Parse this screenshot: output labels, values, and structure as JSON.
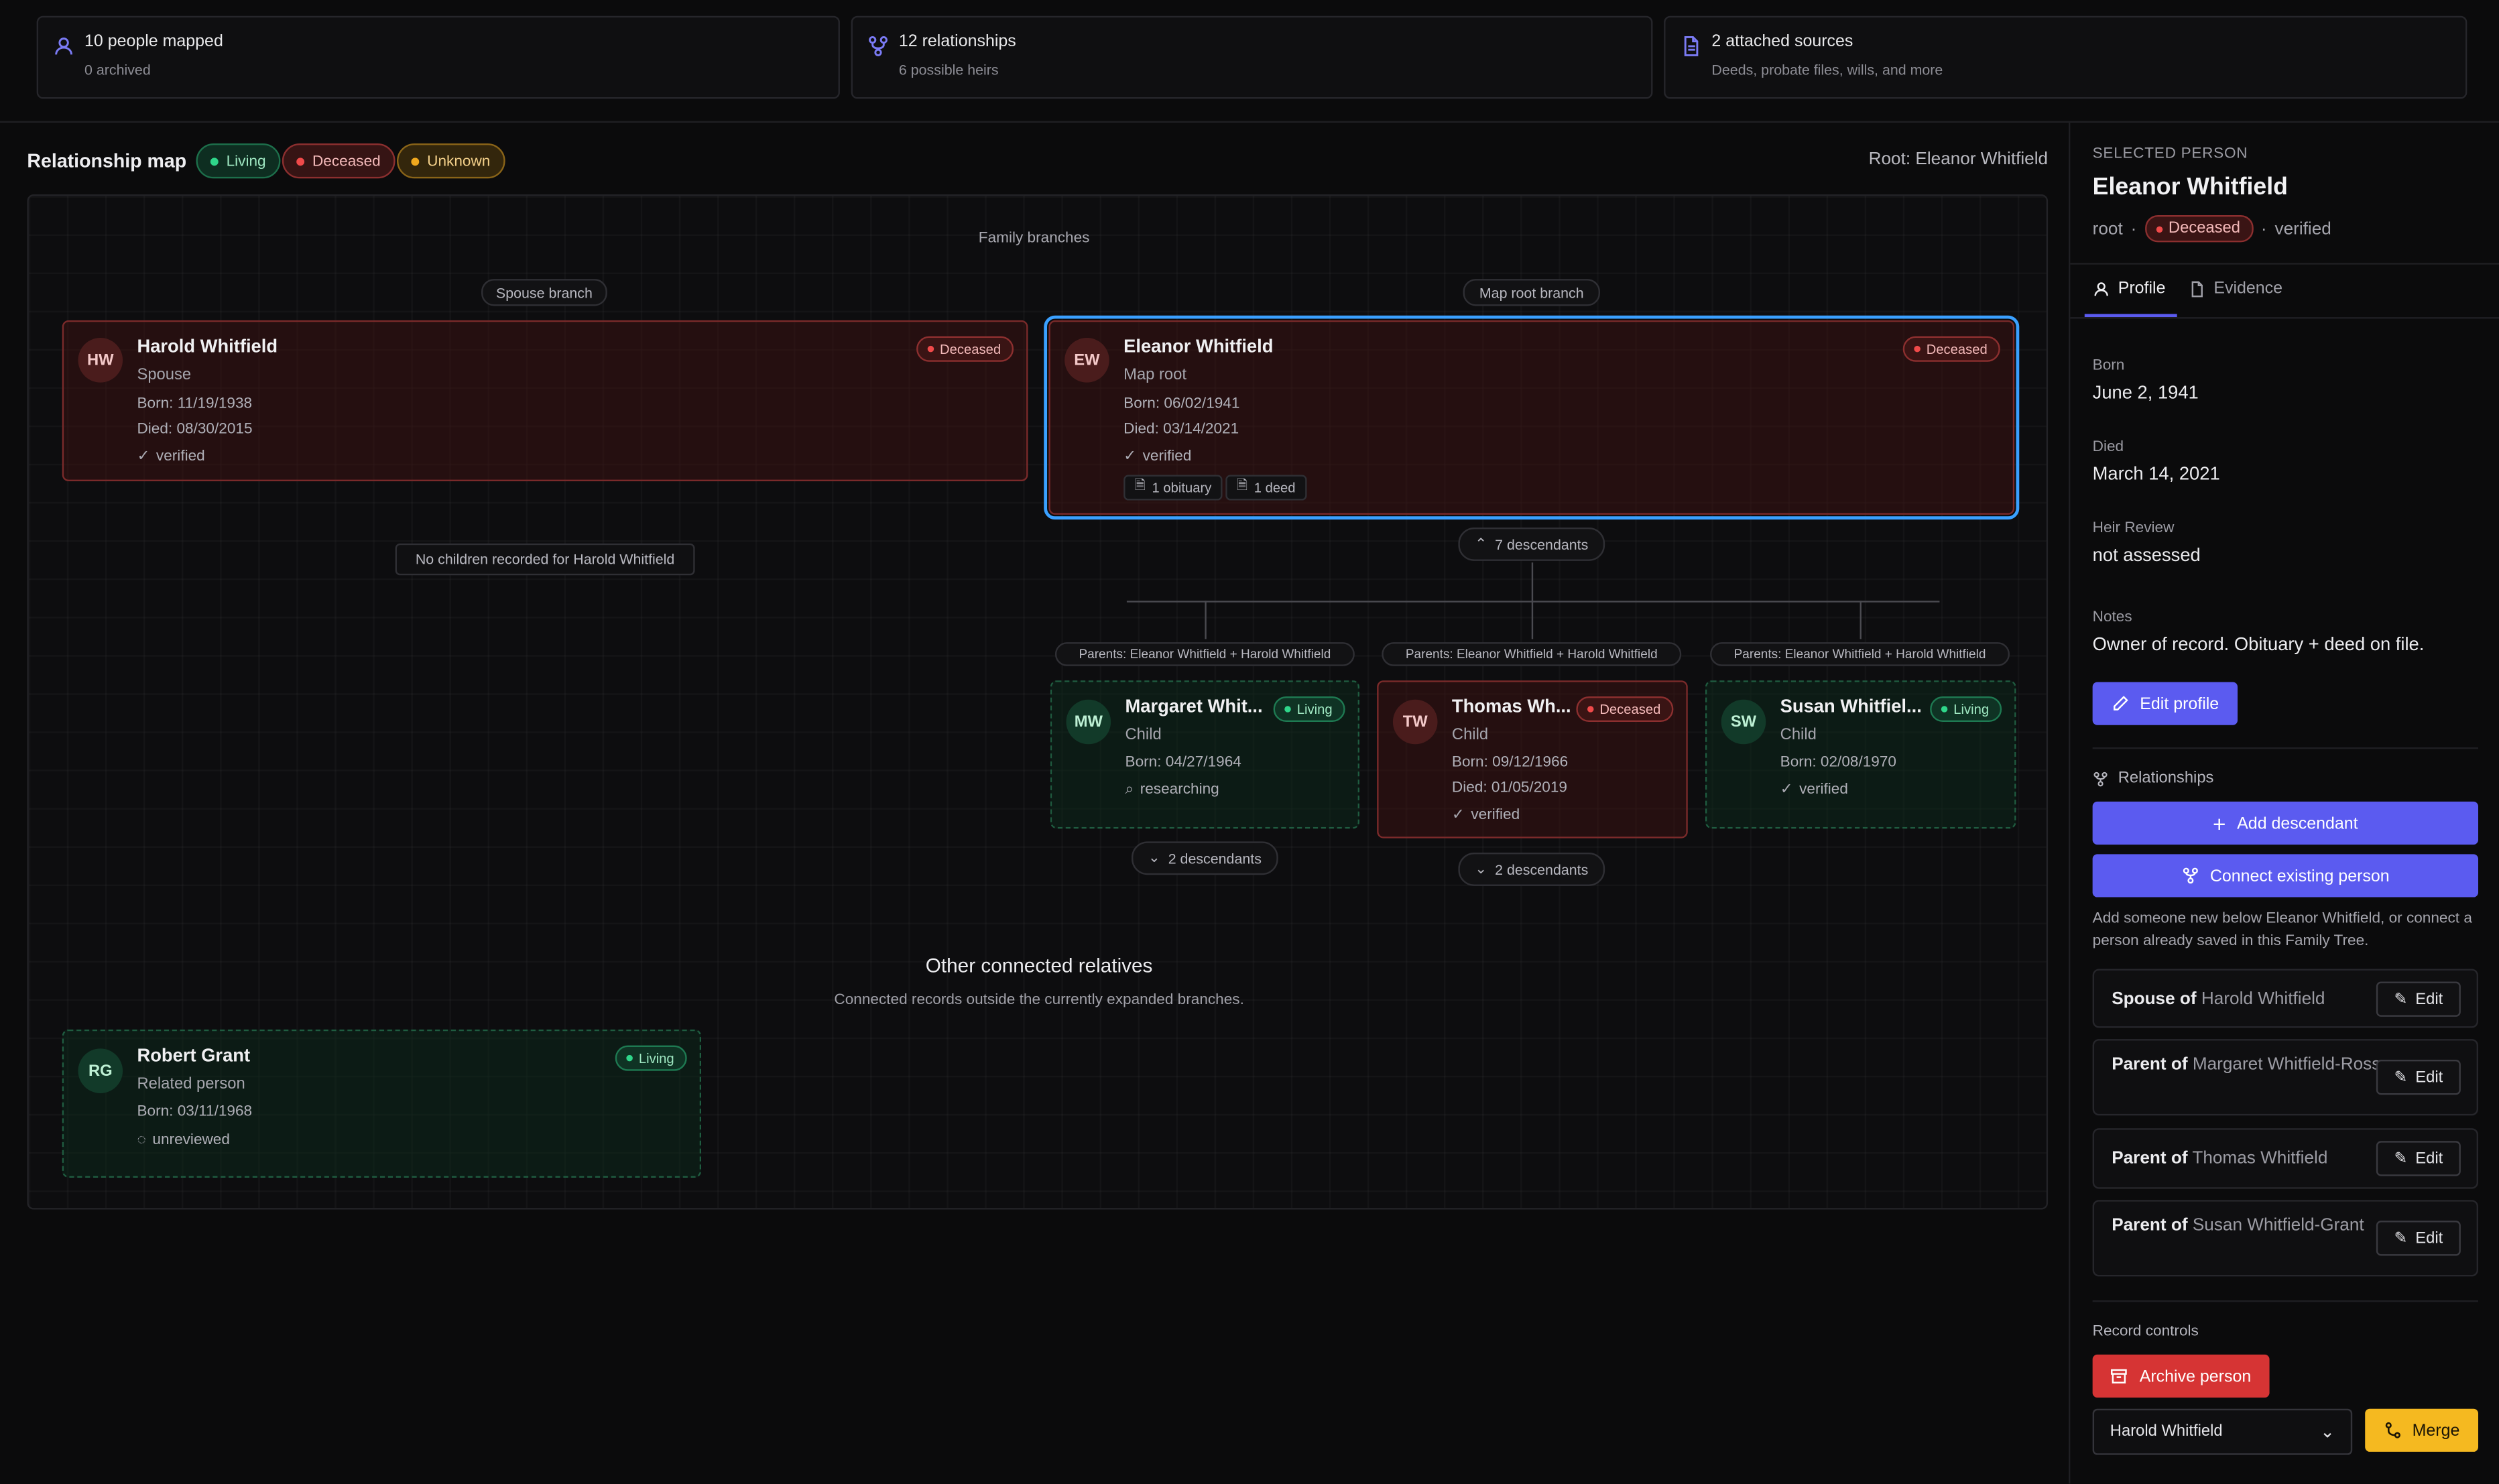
{
  "stats": [
    {
      "title": "10 people mapped",
      "sub": "0 archived",
      "icon": "user-icon"
    },
    {
      "title": "12 relationships",
      "sub": "6 possible heirs",
      "icon": "branch-icon"
    },
    {
      "title": "2 attached sources",
      "sub": "Deeds, probate files, wills, and more",
      "icon": "document-icon"
    }
  ],
  "map": {
    "title": "Relationship map",
    "legend": {
      "living": "Living",
      "deceased": "Deceased",
      "unknown": "Unknown"
    },
    "root_label": "Root: Eleanor Whitfield",
    "family_branches": "Family branches",
    "spouse_branch": "Spouse branch",
    "root_branch": "Map root branch",
    "no_children": "No children recorded for Harold Whitfield",
    "root_descendants": "7 descendants",
    "parents_tag": "Parents: Eleanor Whitfield + Harold Whitfield",
    "other_title": "Other connected relatives",
    "other_sub": "Connected records outside the currently expanded branches."
  },
  "people": {
    "harold": {
      "initials": "HW",
      "name": "Harold Whitfield",
      "role": "Spouse",
      "born": "Born: 11/19/1938",
      "died": "Died: 08/30/2015",
      "status": "verified",
      "badge": "Deceased"
    },
    "eleanor": {
      "initials": "EW",
      "name": "Eleanor Whitfield",
      "role": "Map root",
      "born": "Born: 06/02/1941",
      "died": "Died: 03/14/2021",
      "status": "verified",
      "badge": "Deceased",
      "source1": "1 obituary",
      "source2": "1 deed"
    },
    "margaret": {
      "initials": "MW",
      "name": "Margaret Whit...",
      "role": "Child",
      "born": "Born: 04/27/1964",
      "status": "researching",
      "badge": "Living",
      "descendants": "2 descendants"
    },
    "thomas": {
      "initials": "TW",
      "name": "Thomas Wh...",
      "role": "Child",
      "born": "Born: 09/12/1966",
      "died": "Died: 01/05/2019",
      "status": "verified",
      "badge": "Deceased",
      "descendants": "2 descendants"
    },
    "susan": {
      "initials": "SW",
      "name": "Susan Whitfiel...",
      "role": "Child",
      "born": "Born: 02/08/1970",
      "status": "verified",
      "badge": "Living"
    },
    "robert": {
      "initials": "RG",
      "name": "Robert Grant",
      "role": "Related person",
      "born": "Born: 03/11/1968",
      "status": "unreviewed",
      "badge": "Living"
    }
  },
  "panel": {
    "selected_label": "SELECTED PERSON",
    "name": "Eleanor Whitfield",
    "meta_root": "root",
    "meta_badge": "Deceased",
    "meta_verified": "verified",
    "tabs": {
      "profile": "Profile",
      "evidence": "Evidence"
    },
    "born_label": "Born",
    "born_value": "June 2, 1941",
    "died_label": "Died",
    "died_value": "March 14, 2021",
    "heir_label": "Heir Review",
    "heir_value": "not assessed",
    "notes_label": "Notes",
    "notes_value": "Owner of record. Obituary + deed on file.",
    "edit_profile": "Edit profile",
    "relationships_label": "Relationships",
    "add_descendant": "Add descendant",
    "connect_existing": "Connect existing person",
    "helper": "Add someone new below Eleanor Whitfield, or connect a person already saved in this Family Tree.",
    "relations": [
      {
        "kind": "Spouse of",
        "name": "Harold Whitfield",
        "edit": "Edit"
      },
      {
        "kind": "Parent of",
        "name": "Margaret Whitfield-Ross",
        "edit": "Edit"
      },
      {
        "kind": "Parent of",
        "name": "Thomas Whitfield",
        "edit": "Edit"
      },
      {
        "kind": "Parent of",
        "name": "Susan Whitfield-Grant",
        "edit": "Edit"
      }
    ],
    "record_controls": "Record controls",
    "archive": "Archive person",
    "merge_select": "Harold Whitfield",
    "merge": "Merge"
  },
  "colors": {
    "accent": "#5b5bf0",
    "living": "#2fd68a",
    "deceased": "#f04a4a",
    "unknown": "#f0a81e",
    "root_highlight": "#3aa0ff",
    "archive": "#d63434",
    "merge": "#f5b920"
  }
}
